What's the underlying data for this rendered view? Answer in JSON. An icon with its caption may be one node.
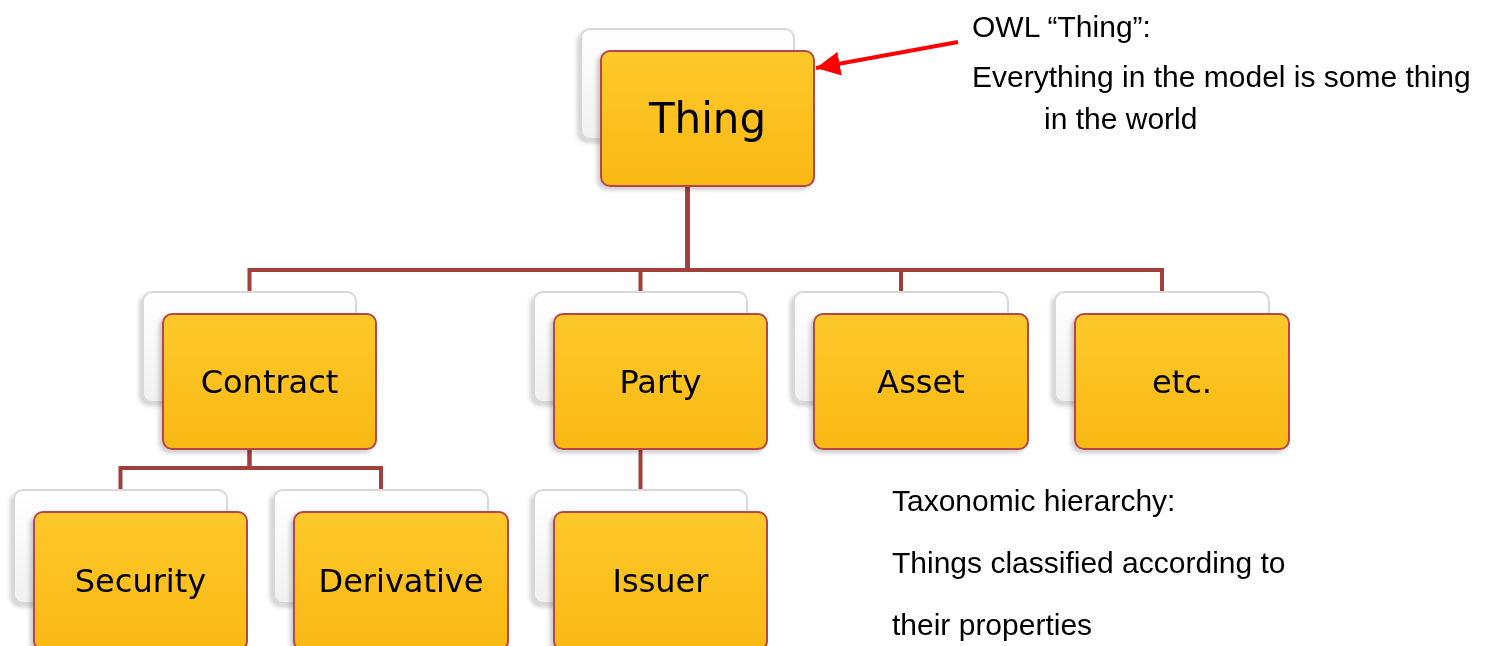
{
  "diagram": {
    "nodes": [
      {
        "text": [
          "Thing"
        ]
      },
      {
        "text": [
          "Contract"
        ]
      },
      {
        "text": [
          "Party"
        ]
      },
      {
        "text": [
          "Asset"
        ]
      },
      {
        "text": [
          "etc."
        ]
      },
      {
        "text": [
          "Security"
        ]
      },
      {
        "text": [
          "Derivative"
        ]
      },
      {
        "text": [
          "Issuer"
        ]
      },
      {
        "text": [
          "OWL “Thing”:",
          "Everything in the model is some thing in the world"
        ]
      }
    ],
    "edges": [
      {
        "from": 0,
        "to": 1,
        "arrow": "none"
      },
      {
        "from": 0,
        "to": 2,
        "arrow": "none"
      },
      {
        "from": 0,
        "to": 3,
        "arrow": "none"
      },
      {
        "from": 0,
        "to": 4,
        "arrow": "none"
      },
      {
        "from": 1,
        "to": 5,
        "arrow": "none"
      },
      {
        "from": 1,
        "to": 6,
        "arrow": "none"
      },
      {
        "from": 2,
        "to": 7,
        "arrow": "none"
      },
      {
        "from": 8,
        "to": 0,
        "arrow": "to",
        "color": "#ff0000"
      }
    ],
    "labels": [
      "Taxonomic hierarchy:",
      "Things classified according to their properties"
    ]
  }
}
